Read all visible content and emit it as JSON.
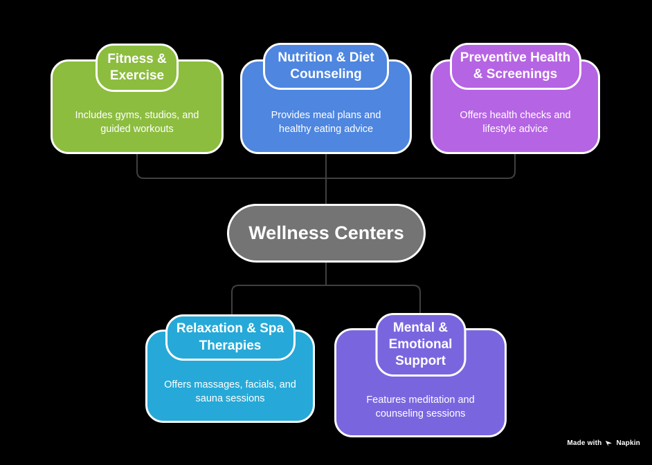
{
  "colors": {
    "background": "#000000",
    "line": "#404040",
    "text": "#ffffff",
    "border": "#ffffff",
    "fitness": "#8cbd3f",
    "nutrition": "#4e86e0",
    "preventive": "#b564e3",
    "center": "#747474",
    "relaxation": "#26a9d8",
    "mental": "#7966df"
  },
  "center_node": {
    "title": "Wellness Centers"
  },
  "nodes": [
    {
      "id": "fitness",
      "title": "Fitness & Exercise",
      "description": "Includes gyms, studios, and guided workouts"
    },
    {
      "id": "nutrition",
      "title": "Nutrition & Diet Counseling",
      "description": "Provides meal plans and healthy eating advice"
    },
    {
      "id": "preventive",
      "title": "Preventive Health & Screenings",
      "description": "Offers health checks and lifestyle advice"
    },
    {
      "id": "relaxation",
      "title": "Relaxation & Spa Therapies",
      "description": "Offers massages, facials, and sauna sessions"
    },
    {
      "id": "mental",
      "title": "Mental & Emotional Support",
      "description": "Features meditation and counseling sessions"
    }
  ],
  "watermark": {
    "prefix": "Made with",
    "brand": "Napkin",
    "icon": "quill-icon"
  }
}
